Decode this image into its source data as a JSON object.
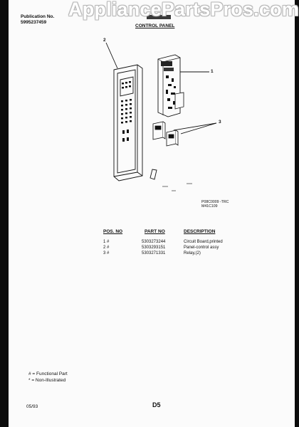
{
  "header": {
    "publication_label": "Publication No.",
    "publication_number": "5995237459",
    "section_title": "CONTROL PANEL"
  },
  "watermark": "AppliancePartsPros.com",
  "diagram": {
    "callouts": [
      "1",
      "2",
      "3"
    ],
    "drawing_code_line1": "P08C0009 -TRC",
    "drawing_code_line2": "M41C109"
  },
  "parts_table": {
    "headers": {
      "pos_no": "POS. NO",
      "part_no": "PART NO",
      "description": "DESCRIPTION"
    },
    "rows": [
      {
        "pos": "1 #",
        "part": "5303273244",
        "description": "Circuit Board,printed"
      },
      {
        "pos": "2 #",
        "part": "5303293151",
        "description": "Panel-control assy"
      },
      {
        "pos": "3 #",
        "part": "5303271331",
        "description": "Relay,(2)"
      }
    ]
  },
  "legend": {
    "functional": "# = Functional Part",
    "non_illustrated": "* = Non-Illustrated"
  },
  "footer": {
    "date": "05/93",
    "page": "D5"
  },
  "colors": {
    "background": "#0c0c0c",
    "sheet": "#fbfbfb",
    "ink": "#111111"
  }
}
